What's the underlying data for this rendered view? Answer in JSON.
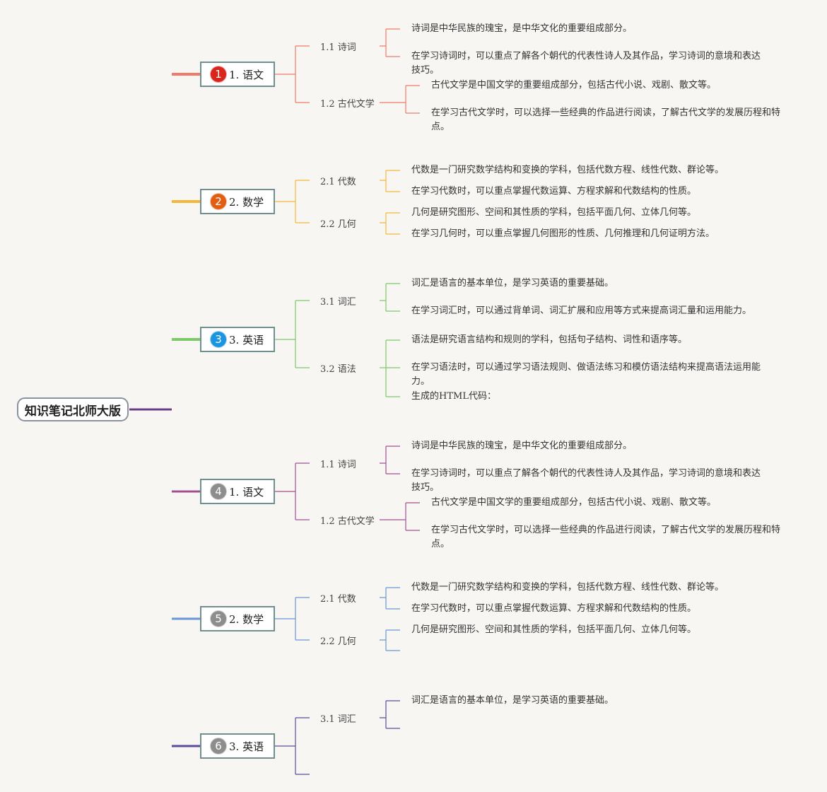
{
  "root": {
    "label": "知识笔记北师大版"
  },
  "topics": [
    {
      "number": "1",
      "label": "1. 语文",
      "color": "#f17a6a",
      "badge_color": "#d9261c",
      "subtopics": [
        {
          "label": "1.1 诗词",
          "leaves": [
            "诗词是中华民族的瑰宝，是中华文化的重要组成部分。",
            "在学习诗词时，可以重点了解各个朝代的代表性诗人及其作品，学习诗词的意境和表达技巧。"
          ]
        },
        {
          "label": "1.2 古代文学",
          "leaves": [
            "古代文学是中国文学的重要组成部分，包括古代小说、戏剧、散文等。",
            "在学习古代文学时，可以选择一些经典的作品进行阅读，了解古代文学的发展历程和特点。"
          ]
        }
      ]
    },
    {
      "number": "2",
      "label": "2. 数学",
      "color": "#f5b73b",
      "badge_color": "#e05f13",
      "subtopics": [
        {
          "label": "2.1 代数",
          "leaves": [
            "代数是一门研究数学结构和变换的学科，包括代数方程、线性代数、群论等。",
            "在学习代数时，可以重点掌握代数运算、方程求解和代数结构的性质。"
          ]
        },
        {
          "label": "2.2 几何",
          "leaves": [
            "几何是研究图形、空间和其性质的学科，包括平面几何、立体几何等。",
            "在学习几何时，可以重点掌握几何图形的性质、几何推理和几何证明方法。"
          ]
        }
      ]
    },
    {
      "number": "3",
      "label": "3. 英语",
      "color": "#7ec86a",
      "badge_color": "#1b95e0",
      "subtopics": [
        {
          "label": "3.1 词汇",
          "leaves": [
            "词汇是语言的基本单位，是学习英语的重要基础。",
            "在学习词汇时，可以通过背单词、词汇扩展和应用等方式来提高词汇量和运用能力。"
          ]
        },
        {
          "label": "3.2 语法",
          "leaves": [
            "语法是研究语言结构和规则的学科，包括句子结构、词性和语序等。",
            "在学习语法时，可以通过学习语法规则、做语法练习和模仿语法结构来提高语法运用能力。",
            "生成的HTML代码："
          ]
        }
      ]
    },
    {
      "number": "4",
      "label": "1. 语文",
      "color": "#a2508f",
      "badge_color": "#8d8d8d",
      "subtopics": [
        {
          "label": "1.1 诗词",
          "leaves": [
            "诗词是中华民族的瑰宝，是中华文化的重要组成部分。",
            "在学习诗词时，可以重点了解各个朝代的代表性诗人及其作品，学习诗词的意境和表达技巧。"
          ]
        },
        {
          "label": "1.2 古代文学",
          "leaves": [
            "古代文学是中国文学的重要组成部分，包括古代小说、戏剧、散文等。",
            "在学习古代文学时，可以选择一些经典的作品进行阅读，了解古代文学的发展历程和特点。"
          ]
        }
      ]
    },
    {
      "number": "5",
      "label": "2. 数学",
      "color": "#6a97d5",
      "badge_color": "#8d8d8d",
      "subtopics": [
        {
          "label": "2.1 代数",
          "leaves": [
            "代数是一门研究数学结构和变换的学科，包括代数方程、线性代数、群论等。",
            "在学习代数时，可以重点掌握代数运算、方程求解和代数结构的性质。"
          ]
        },
        {
          "label": "2.2 几何",
          "leaves": [
            "几何是研究图形、空间和其性质的学科，包括平面几何、立体几何等。",
            ""
          ]
        }
      ]
    },
    {
      "number": "6",
      "label": "3. 英语",
      "color": "#5e4b9c",
      "badge_color": "#8d8d8d",
      "subtopics": [
        {
          "label": "3.1 词汇",
          "leaves": [
            "词汇是语言的基本单位，是学习英语的重要基础。",
            ""
          ]
        },
        {
          "label": "",
          "leaves": []
        }
      ]
    }
  ]
}
